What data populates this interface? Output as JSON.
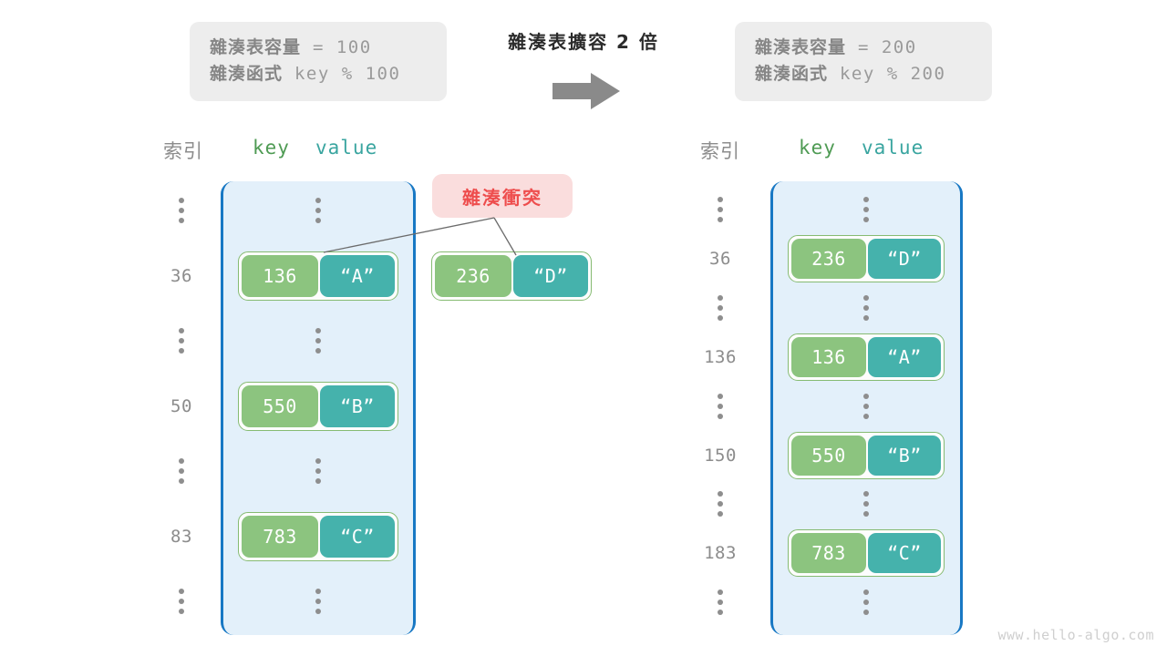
{
  "info_left": {
    "capacity_label": "雜湊表容量",
    "capacity_value": " = 100",
    "function_label": "雜湊函式",
    "function_value": " key % 100"
  },
  "info_right": {
    "capacity_label": "雜湊表容量",
    "capacity_value": " = 200",
    "function_label": "雜湊函式",
    "function_value": " key % 200"
  },
  "center": {
    "title": "雜湊表擴容 2 倍",
    "arrow_icon": "right-arrow"
  },
  "headers": {
    "index": "索引",
    "key": "key",
    "value": "value"
  },
  "badge": {
    "label": "雜湊衝突"
  },
  "left_table": {
    "rows": [
      {
        "index": "⋮",
        "type": "dots"
      },
      {
        "index": "36",
        "type": "pair",
        "key": "136",
        "value": "“A”"
      },
      {
        "index": "⋮",
        "type": "dots"
      },
      {
        "index": "50",
        "type": "pair",
        "key": "550",
        "value": "“B”"
      },
      {
        "index": "⋮",
        "type": "dots"
      },
      {
        "index": "83",
        "type": "pair",
        "key": "783",
        "value": "“C”"
      },
      {
        "index": "⋮",
        "type": "dots"
      }
    ]
  },
  "detached_pair": {
    "key": "236",
    "value": "“D”"
  },
  "right_table": {
    "rows": [
      {
        "index": "⋮",
        "type": "dots"
      },
      {
        "index": "36",
        "type": "pair",
        "key": "236",
        "value": "“D”"
      },
      {
        "index": "⋮",
        "type": "dots"
      },
      {
        "index": "136",
        "type": "pair",
        "key": "136",
        "value": "“A”"
      },
      {
        "index": "⋮",
        "type": "dots"
      },
      {
        "index": "150",
        "type": "pair",
        "key": "550",
        "value": "“B”"
      },
      {
        "index": "⋮",
        "type": "dots"
      },
      {
        "index": "183",
        "type": "pair",
        "key": "783",
        "value": "“C”"
      },
      {
        "index": "⋮",
        "type": "dots"
      }
    ]
  },
  "watermark": "www.hello-algo.com",
  "colors": {
    "key_cell": "#8cc47f",
    "value_cell": "#45b2ac",
    "pair_border": "#86bb72",
    "table_fill": "#e3f0fa",
    "table_border": "#1878c4",
    "badge_bg": "#fadddd",
    "badge_text": "#ee4d4d",
    "info_bg": "#ededed",
    "index_text": "#8c8c8c",
    "arrow": "#8a8a8a"
  }
}
